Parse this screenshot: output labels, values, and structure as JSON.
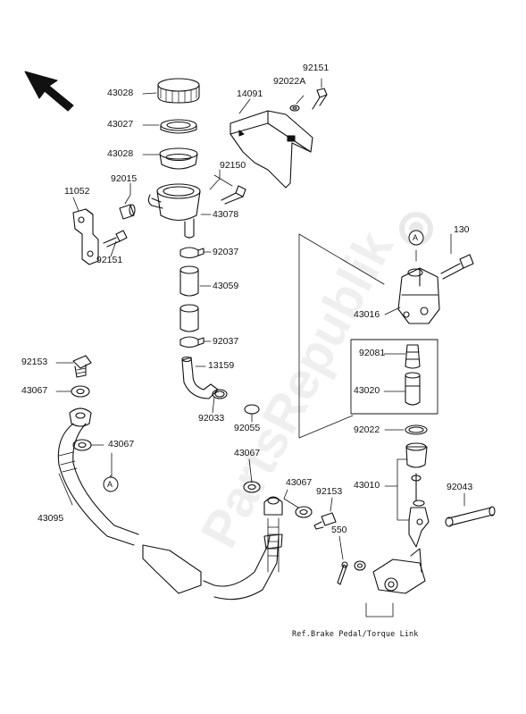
{
  "diagram": {
    "labels": {
      "p43028a": "43028",
      "p43027": "43027",
      "p43028b": "43028",
      "p14091": "14091",
      "p92022A": "92022A",
      "p92151a": "92151",
      "p92150": "92150",
      "p92015": "92015",
      "p11052": "11052",
      "p43078": "43078",
      "p92151b": "92151",
      "p92037a": "92037",
      "p43059": "43059",
      "p92037b": "92037",
      "p13159": "13159",
      "p92033": "92033",
      "p92055": "92055",
      "p92153a": "92153",
      "p43067a": "43067",
      "p43067b": "43067",
      "p43095": "43095",
      "p43067c": "43067",
      "p43067d": "43067",
      "p92153b": "92153",
      "p550": "550",
      "p130": "130",
      "p43016": "43016",
      "p92081": "92081",
      "p43020": "43020",
      "p92022": "92022",
      "p43010": "43010",
      "p92043": "92043"
    },
    "callouts": {
      "a_top": "A",
      "a_left": "A"
    },
    "reference": "Ref.Brake Pedal/Torque Link",
    "watermark": "PartsRepublik"
  }
}
